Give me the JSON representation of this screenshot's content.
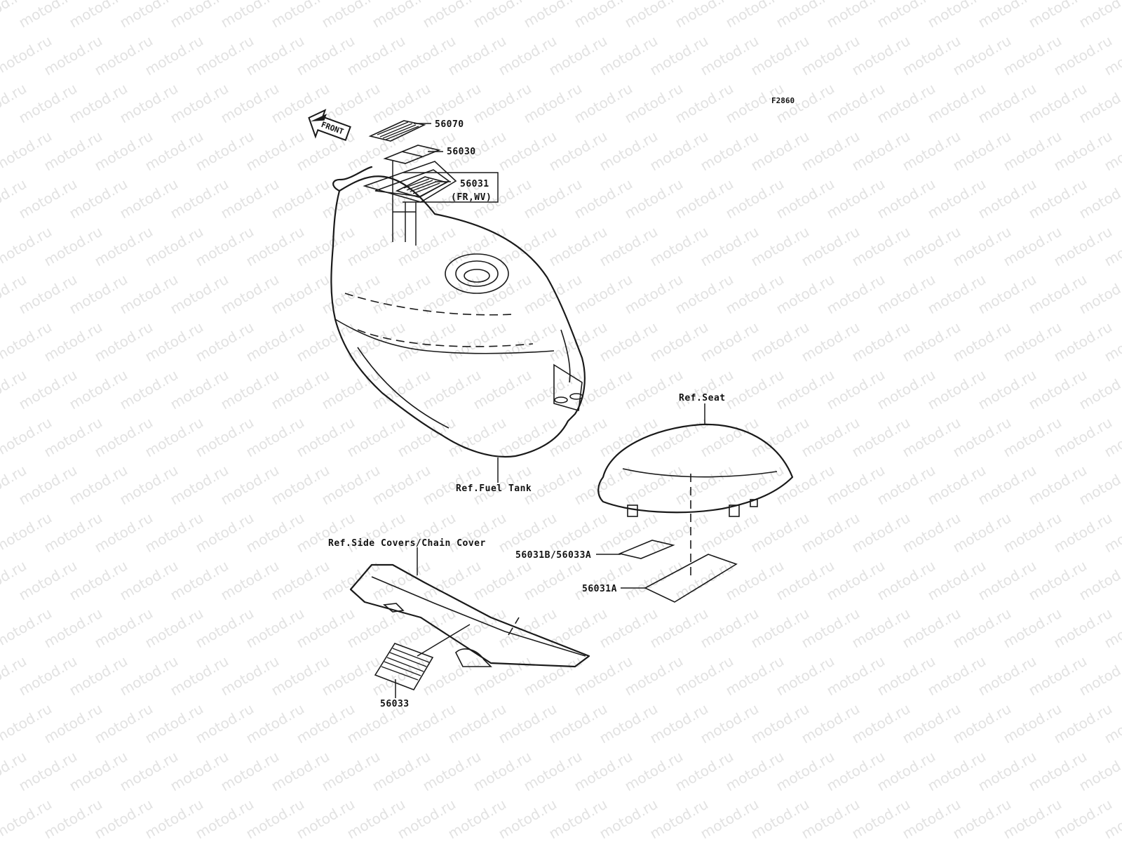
{
  "diagram_code": "F2860",
  "front_arrow_label": "FRONT",
  "watermark_text": "motod.ru",
  "callouts": {
    "p56070": "56070",
    "p56030": "56030",
    "p56031": "56031",
    "p56031_note": "(FR,WV)",
    "p56031b_56033a": "56031B/56033A",
    "p56031a": "56031A",
    "p56033": "56033"
  },
  "references": {
    "fuel_tank": "Ref.Fuel Tank",
    "seat": "Ref.Seat",
    "side_covers": "Ref.Side Covers/Chain Cover"
  }
}
